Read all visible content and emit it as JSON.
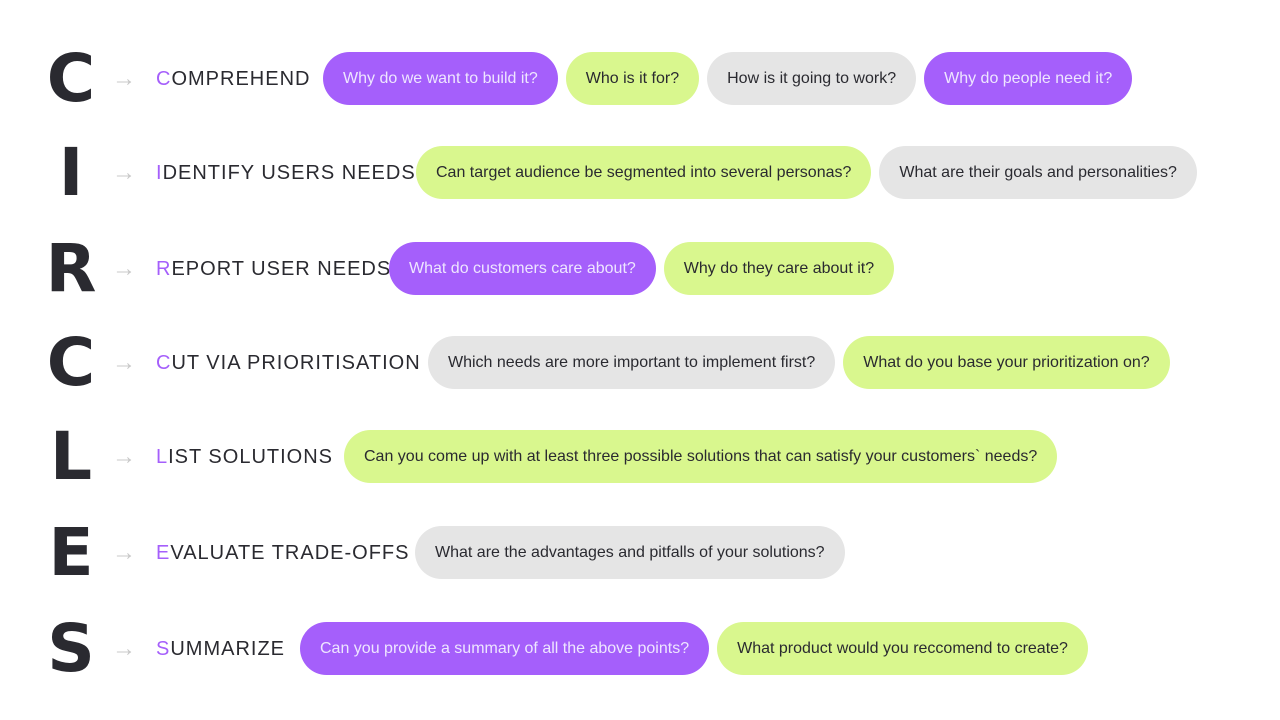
{
  "colors": {
    "purple": "#a55ffb",
    "lime": "#d9f78e",
    "gray": "#e5e5e5",
    "text": "#2a2a30"
  },
  "rows": [
    {
      "letter": "C",
      "label_first": "C",
      "label_rest": "OMPREHEND",
      "questions": [
        {
          "text": "Why do we want to build it?",
          "color": "purple"
        },
        {
          "text": "Who is it for?",
          "color": "lime"
        },
        {
          "text": "How is it going to work?",
          "color": "gray"
        },
        {
          "text": "Why do people need it?",
          "color": "purple"
        }
      ]
    },
    {
      "letter": "I",
      "label_first": "I",
      "label_rest": "DENTIFY USERS NEEDS",
      "questions": [
        {
          "text": "Can target audience be segmented into several personas?",
          "color": "lime"
        },
        {
          "text": "What are their goals and personalities?",
          "color": "gray"
        }
      ]
    },
    {
      "letter": "R",
      "label_first": "R",
      "label_rest": "EPORT USER NEEDS",
      "questions": [
        {
          "text": "What do customers care about?",
          "color": "purple"
        },
        {
          "text": "Why do they care about it?",
          "color": "lime"
        }
      ]
    },
    {
      "letter": "C",
      "label_first": "C",
      "label_rest": "UT VIA PRIORITISATION",
      "questions": [
        {
          "text": "Which needs are more important to implement first?",
          "color": "gray"
        },
        {
          "text": "What do you base your prioritization on?",
          "color": "lime"
        }
      ]
    },
    {
      "letter": "L",
      "label_first": "L",
      "label_rest": "IST SOLUTIONS",
      "questions": [
        {
          "text": "Can you come up with at least three possible solutions that can satisfy your customers` needs?",
          "color": "lime"
        }
      ]
    },
    {
      "letter": "E",
      "label_first": "E",
      "label_rest": "VALUATE TRADE-OFFS",
      "questions": [
        {
          "text": "What are the advantages and pitfalls of your solutions?",
          "color": "gray"
        }
      ]
    },
    {
      "letter": "S",
      "label_first": "S",
      "label_rest": "UMMARIZE",
      "questions": [
        {
          "text": "Can you provide a summary of all the above points?",
          "color": "purple"
        },
        {
          "text": "What product would you reccomend to create?",
          "color": "lime"
        }
      ]
    }
  ]
}
